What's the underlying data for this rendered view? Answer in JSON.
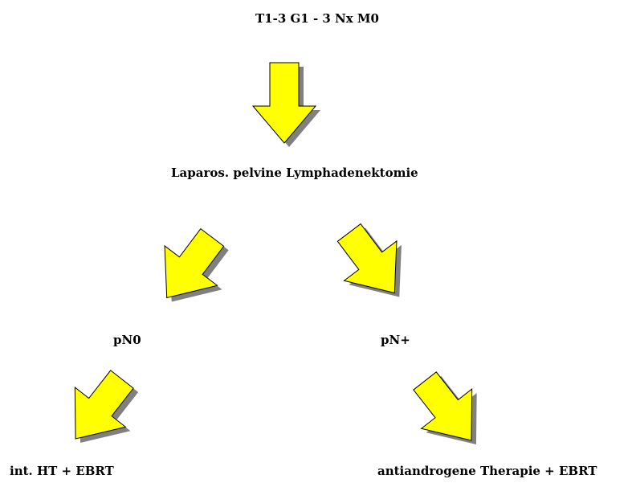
{
  "diagram": {
    "labels": {
      "stage": "T1-3 G1 - 3 Nx M0",
      "surgery": "Laparos. pelvine Lymphadenektomie",
      "pn0": "pN0",
      "pnplus": "pN+",
      "left_therapy": "int. HT + EBRT",
      "right_therapy": "antiandrogene Therapie + EBRT"
    },
    "colors": {
      "arrow_fill": "#FFFF00",
      "arrow_stroke": "#000000",
      "arrow_shadow": "#808080"
    }
  }
}
